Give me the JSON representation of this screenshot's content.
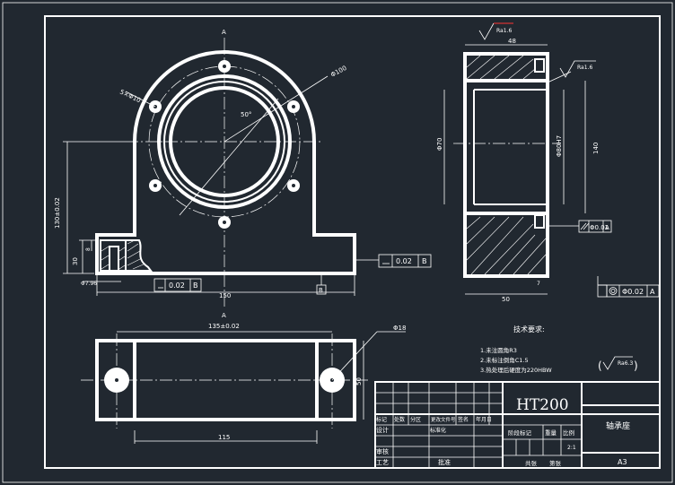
{
  "front_view": {
    "section_marker_top": "A",
    "section_marker_bottom": "A",
    "dim_outer_diameter": "Φ100",
    "dim_holes": "5×Φ10",
    "dim_angle": "50°",
    "dim_height": "130±0.02",
    "dim_base_height": "30",
    "dim_counterbore_depth": "8",
    "dim_counterbore_dia": "Φ7.96",
    "dim_width": "150",
    "tol_parallel_value": "0.02",
    "tol_parallel_datum": "B",
    "tol_base_value": "0.02",
    "tol_base_datum": "B",
    "datum_label": "B"
  },
  "side_view": {
    "roughness_top": "Ra1.6",
    "roughness_right": "Ra1.6",
    "dim_top": "48",
    "dim_inner_left": "Φ70",
    "dim_inner_right": "Φ80H7",
    "dim_height": "140",
    "dim_bottom": "50",
    "dim_small": "7",
    "tol_parallel_value": "Φ0.01",
    "tol_parallel_datum": "A",
    "tol_position_value": "Φ0.02",
    "tol_position_datum": "A"
  },
  "top_view": {
    "dim_spacing": "135±0.02",
    "dim_hole": "Φ18",
    "dim_depth": "50",
    "dim_inner": "115"
  },
  "notes": {
    "title": "技术要求:",
    "items": [
      "1.未注圆角R3",
      "2.未标注倒角C1.5",
      "3.热处理后硬度为220HBW"
    ],
    "roughness_general": "Ra6.3"
  },
  "title_block": {
    "material": "HT200",
    "part_name": "轴承座",
    "row_mark": "标记",
    "row_labels_top": [
      "标记",
      "处数",
      "分区",
      "更改文件号",
      "签名",
      "年月日"
    ],
    "row_design": "设计",
    "row_standard": "标准化",
    "row_stage": "阶段标记",
    "row_weight": "重量",
    "row_scale": "比例",
    "scale_value": "2:1",
    "row_review": "审核",
    "row_process": "工艺",
    "row_approve": "批准",
    "row_total": "共张",
    "row_sheet": "第张",
    "paper_size": "A3"
  }
}
